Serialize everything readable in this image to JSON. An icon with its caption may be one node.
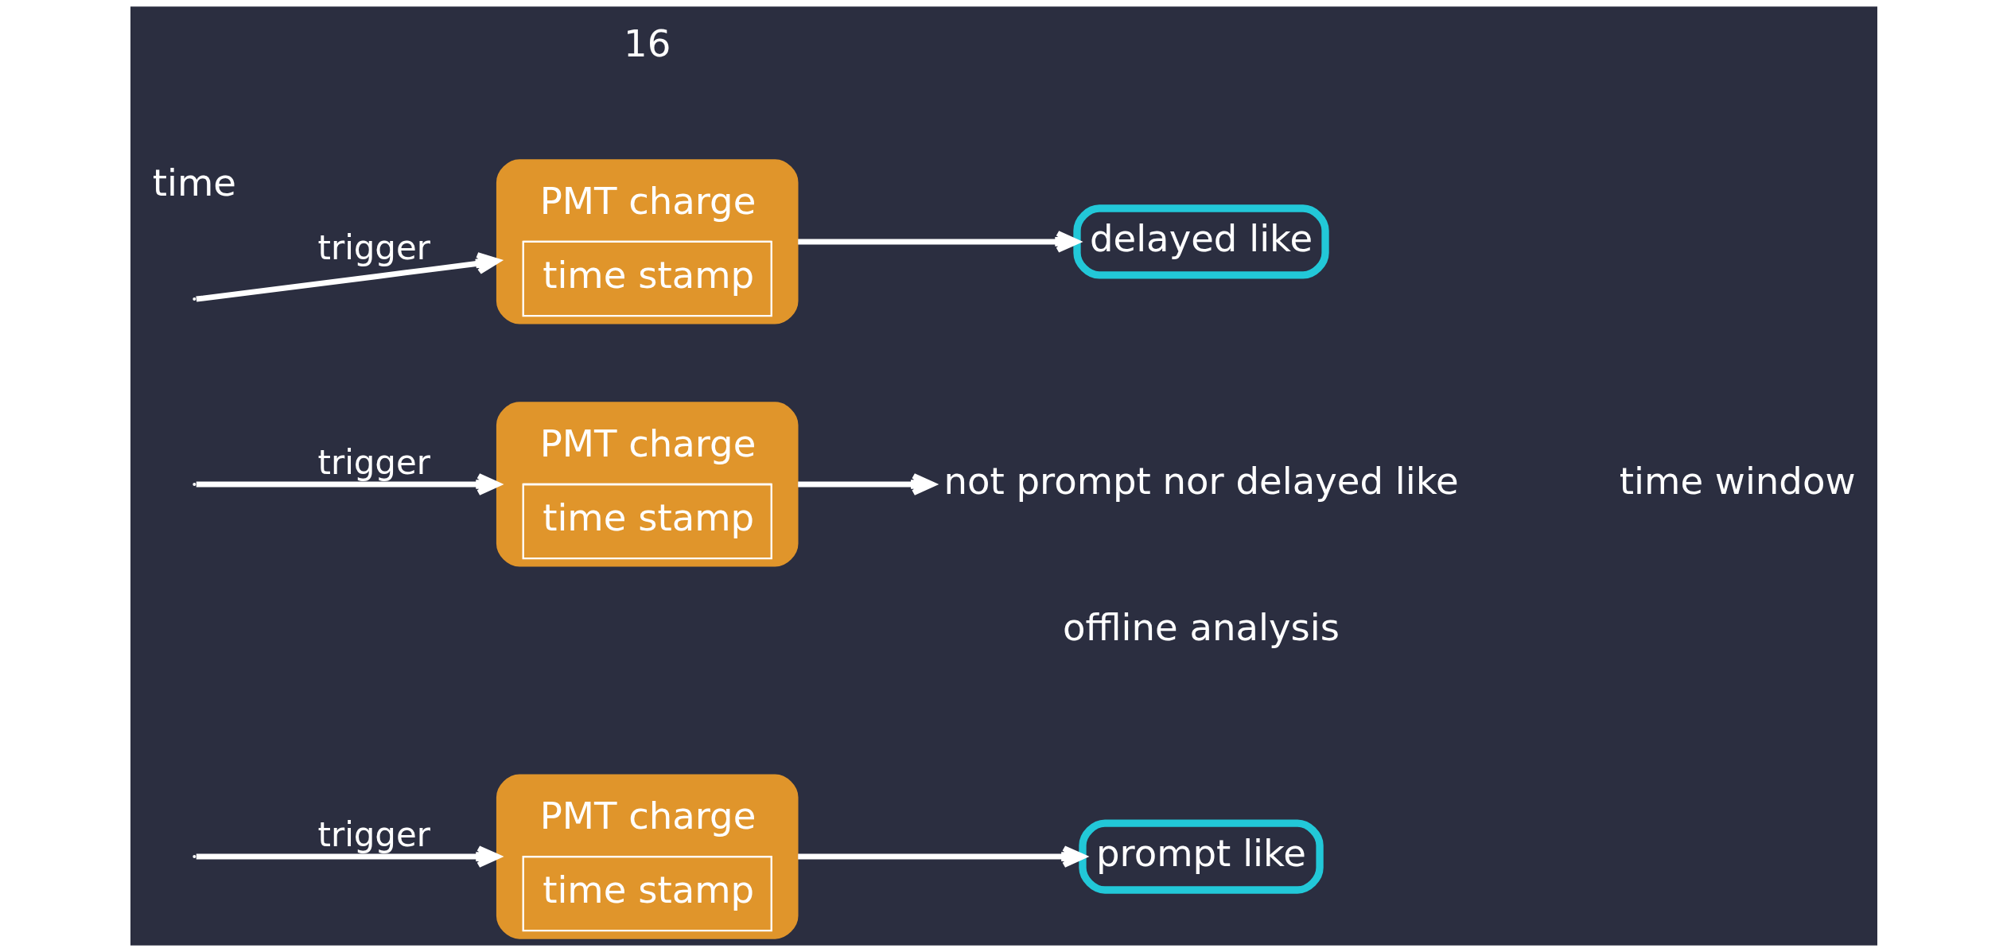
{
  "diagram": {
    "nodes": [
      {
        "text": [
          "PMT charge",
          "time stamp"
        ]
      },
      {
        "text": [
          "prompt like"
        ]
      },
      {
        "text": [
          "PMT charge",
          "time stamp"
        ]
      },
      {
        "text": [
          "not prompt nor delayed like"
        ]
      },
      {
        "text": [
          "PMT charge",
          "time stamp"
        ]
      },
      {
        "text": [
          "delayed like"
        ]
      }
    ],
    "edges": [
      {
        "from": null,
        "to": 0,
        "arrow": "to",
        "label": "trigger"
      },
      {
        "from": 0,
        "to": 1,
        "arrow": "to"
      },
      {
        "from": null,
        "to": 2,
        "arrow": "to",
        "label": "trigger"
      },
      {
        "from": 2,
        "to": 3,
        "arrow": "to"
      },
      {
        "from": null,
        "to": 4,
        "arrow": "to",
        "label": "trigger"
      },
      {
        "from": 4,
        "to": 5,
        "arrow": "to"
      }
    ],
    "labels": [
      "offline analysis",
      "time window",
      "time",
      "16"
    ]
  }
}
